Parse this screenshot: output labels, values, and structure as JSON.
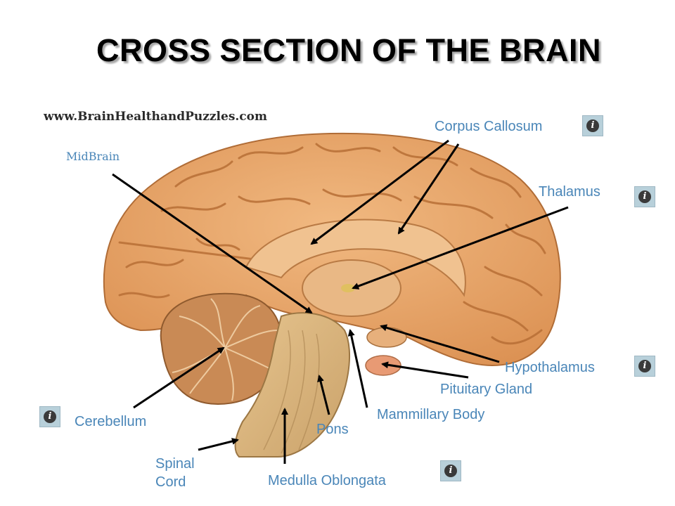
{
  "title": "CROSS SECTION OF THE BRAIN",
  "watermark": "www.BrainHealthandPuzzles.com",
  "labels": {
    "midbrain": "MidBrain",
    "corpus_callosum": "Corpus Callosum",
    "thalamus": "Thalamus",
    "hypothalamus": "Hypothalamus",
    "pituitary_gland": "Pituitary Gland",
    "mammillary_body": "Mammillary Body",
    "pons": "Pons",
    "cerebellum": "Cerebellum",
    "spinal": "Spinal",
    "cord": "Cord",
    "medulla_oblongata": "Medulla Oblongata"
  },
  "info_icon_glyph": "i",
  "colors": {
    "label": "#4a86b8",
    "brain_tissue": "#e8a565",
    "brainstem": "#d9b47a",
    "info_button": "#b8d0da"
  }
}
